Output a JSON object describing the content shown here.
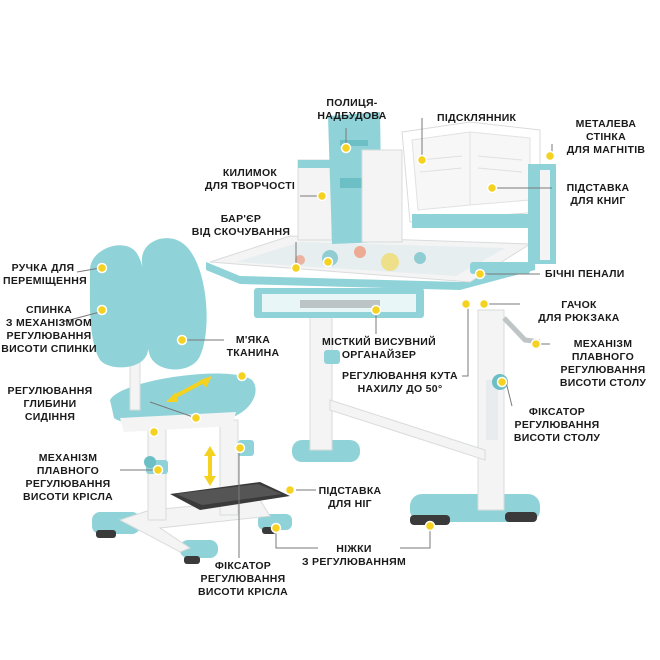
{
  "colors": {
    "mint": "#8fd3d8",
    "mint_dark": "#6bbfc5",
    "white_part": "#f4f4f4",
    "grey_part": "#d9dbdc",
    "dark_part": "#3a3a3a",
    "marker": "#f4d21f",
    "line": "#7a7a7a",
    "text": "#1a1a1a"
  },
  "icons": {
    "marker": "yellow-dot-marker",
    "depth_arrow": "double-arrow-horizontal",
    "height_arrow": "double-arrow-vertical"
  },
  "labels": {
    "shelf": "ПОЛИЦЯ-\nНАДБУДОВА",
    "glass_holder": "ПІДСКЛЯННИК",
    "metal_wall": "МЕТАЛЕВА СТІНКА\nДЛЯ МАГНІТІВ",
    "creative_mat": "КИЛИМОК\nДЛЯ ТВОРЧОСТІ",
    "book_stand": "ПІДСТАВКА\nДЛЯ КНИГ",
    "anti_slip_barrier": "БАР'ЄР\nВІД СКОЧУВАННЯ",
    "carry_handle": "РУЧКА ДЛЯ\nПЕРЕМІЩЕННЯ",
    "side_cases": "БІЧНІ ПЕНАЛИ",
    "backrest": "СПИНКА\nЗ МЕХАНІЗМОМ\nРЕГУЛЮВАННЯ\nВИСОТИ СПИНКИ",
    "backpack_hook": "ГАЧОК\nДЛЯ РЮКЗАКА",
    "soft_fabric": "М'ЯКА\nТКАНИНА",
    "drawer": "МІСТКИЙ ВИСУВНИЙ\nОРГАНАЙЗЕР",
    "desk_height_mechanism": "МЕХАНІЗМ\nПЛАВНОГО\nРЕГУЛЮВАННЯ\nВИСОТИ СТОЛУ",
    "seat_depth": "РЕГУЛЮВАННЯ\nГЛИБИНИ\nСИДІННЯ",
    "tilt_angle": "РЕГУЛЮВАННЯ КУТА\nНАХИЛУ ДО 50°",
    "desk_height_lock": "ФІКСАТОР\nРЕГУЛЮВАННЯ\nВИСОТИ СТОЛУ",
    "chair_height_mechanism": "МЕХАНІЗМ\nПЛАВНОГО\nРЕГУЛЮВАННЯ\nВИСОТИ КРІСЛА",
    "footrest": "ПІДСТАВКА\nДЛЯ НІГ",
    "adjustable_legs": "НІЖКИ\nЗ РЕГУЛЮВАННЯМ",
    "chair_height_lock": "ФІКСАТОР\nРЕГУЛЮВАННЯ\nВИСОТИ КРІСЛА"
  }
}
